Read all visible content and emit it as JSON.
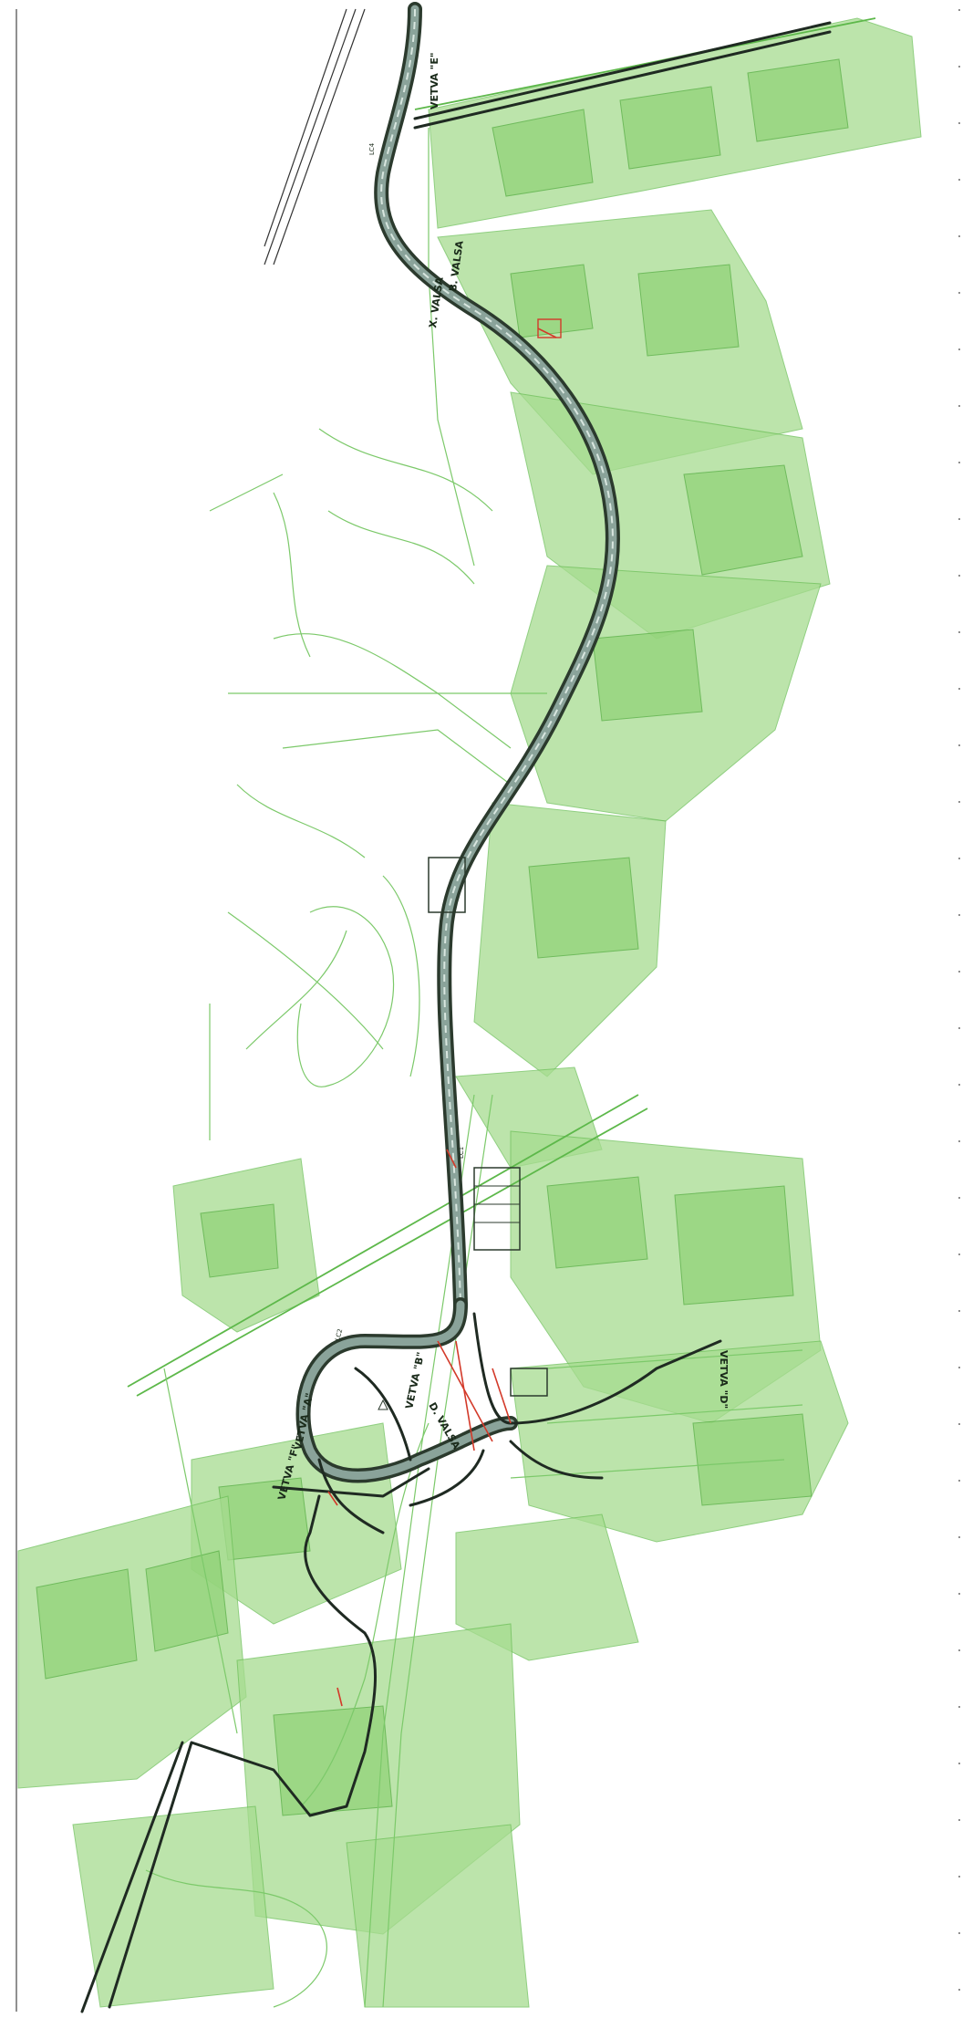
{
  "map": {
    "labels": {
      "vetva_e": "VETVA \"E\"",
      "vetva_a": "VETVA \"A\"",
      "vetva_f": "VETVA \"F\"",
      "vetva_b": "VETVA \"B\"",
      "vetva_d": "VETVA \"D\"",
      "valsa_x": "X. VALSA",
      "valsa_b": "B. VALSA",
      "valsa_d": "D. VALSA",
      "lc1": "LC1",
      "lc2": "LC2",
      "lc4": "LC4"
    },
    "colors": {
      "base_map": "#7cc96a",
      "road_outline": "#2b3a2d",
      "road_surface": "#8aa39a",
      "annotation_red": "#d33a2a"
    }
  }
}
